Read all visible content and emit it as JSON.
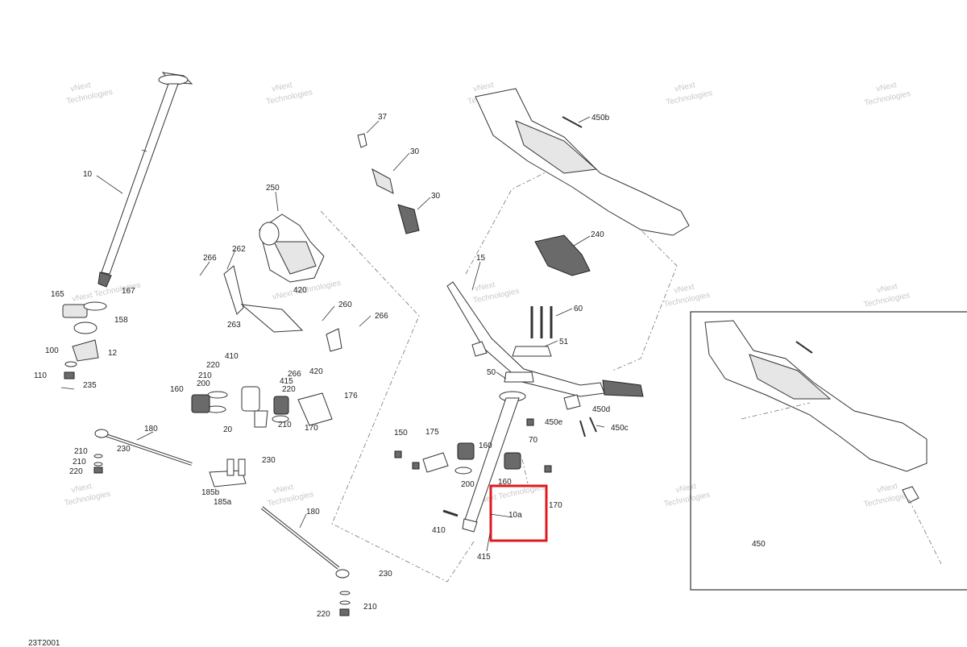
{
  "diagram": {
    "code": "23T2001",
    "watermark_line1": "vNext",
    "watermark_line2": "Technologies",
    "watermark_inline": "vNext Technologies",
    "highlight_color": "#e0191f",
    "callouts": {
      "c10": "10",
      "c10a": "10a",
      "c12": "12",
      "c15": "15",
      "c20": "20",
      "c30a": "30",
      "c30b": "30",
      "c37": "37",
      "c50": "50",
      "c51": "51",
      "c60": "60",
      "c70": "70",
      "c100": "100",
      "c110": "110",
      "c150": "150",
      "c158": "158",
      "c160a": "160",
      "c160b": "160",
      "c160c": "160",
      "c165": "165",
      "c167": "167",
      "c170a": "170",
      "c170b": "170",
      "c175": "175",
      "c176": "176",
      "c180a": "180",
      "c180b": "180",
      "c185a": "185a",
      "c185b": "185b",
      "c200a": "200",
      "c200b": "200",
      "c210a": "210",
      "c210b": "210",
      "c210c": "210",
      "c210d": "210",
      "c210e": "210",
      "c220a": "220",
      "c220b": "220",
      "c220c": "220",
      "c220d": "220",
      "c230a": "230",
      "c230b": "230",
      "c230c": "230",
      "c235": "235",
      "c240": "240",
      "c250": "250",
      "c260": "260",
      "c262": "262",
      "c263": "263",
      "c266a": "266",
      "c266b": "266",
      "c266c": "266",
      "c410a": "410",
      "c410b": "410",
      "c415a": "415",
      "c415b": "415",
      "c420a": "420",
      "c420b": "420",
      "c450": "450",
      "c450b": "450b",
      "c450c": "450c",
      "c450d": "450d",
      "c450e": "450e"
    }
  }
}
